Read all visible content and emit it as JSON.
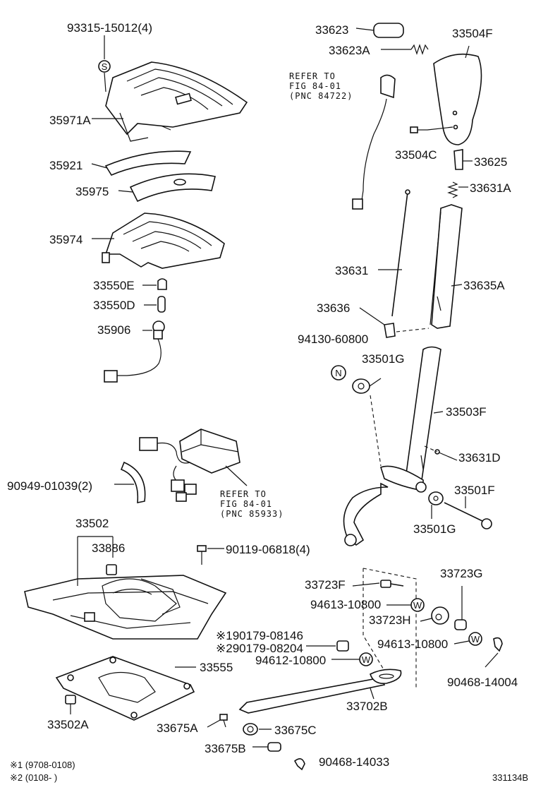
{
  "labels": {
    "p93315": "93315-15012(4)",
    "p35971a": "35971A",
    "p35921": "35921",
    "p35975": "35975",
    "p35974": "35974",
    "p33550e": "33550E",
    "p33550d": "33550D",
    "p35906": "35906",
    "p90949": "90949-01039(2)",
    "p33502": "33502",
    "p33886": "33886",
    "p90119": "90119-06818(4)",
    "p90179a": "※190179-08146",
    "p90179b": "※290179-08204",
    "p94612": "94612-10800",
    "p33555": "33555",
    "p33502a": "33502A",
    "p33675a": "33675A",
    "p33675c": "33675C",
    "p33675b": "33675B",
    "p90468b": "90468-14033",
    "p33623": "33623",
    "p33623a": "33623A",
    "p33504f": "33504F",
    "p33504c": "33504C",
    "p33625": "33625",
    "p33631a": "33631A",
    "p33631": "33631",
    "p33635a": "33635A",
    "p33636": "33636",
    "p94130": "94130-60800",
    "p33501g1": "33501G",
    "p33503f": "33503F",
    "p33631d": "33631D",
    "p33501f": "33501F",
    "p33501g2": "33501G",
    "p33723f": "33723F",
    "p33723g": "33723G",
    "p94613a": "94613-10800",
    "p33723h": "33723H",
    "p94613b": "94613-10800",
    "p90468a": "90468-14004",
    "p33702b": "33702B"
  },
  "refs": {
    "r1_l1": "REFER TO",
    "r1_l2": "FIG 84-01",
    "r1_l3": "(PNC 84722)",
    "r2_l1": "REFER TO",
    "r2_l2": "FIG 84-01",
    "r2_l3": "(PNC 85933)"
  },
  "footnotes": {
    "n1": "※1 (9708-0108)",
    "n2": "※2 (0108-        )"
  },
  "diagram_id": "331134B",
  "marks": {
    "s_mark": "S",
    "n_mark": "N",
    "w_mark": "W"
  }
}
